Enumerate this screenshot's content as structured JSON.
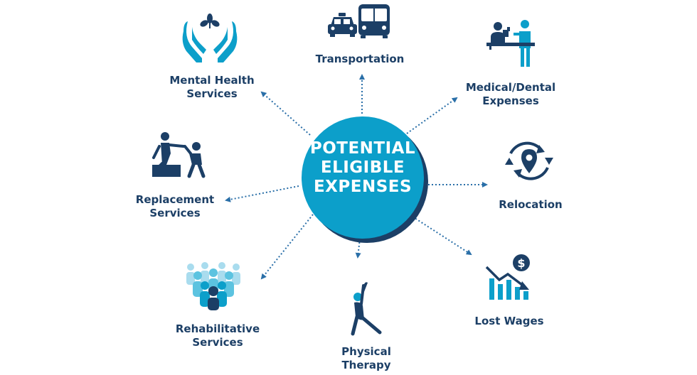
{
  "center": {
    "lines": [
      "POTENTIAL",
      "ELIGIBLE",
      "EXPENSES"
    ]
  },
  "colors": {
    "navy": "#1c3f66",
    "cyan": "#0c9fca",
    "light_cyan": "#5cc3e0",
    "pale_cyan": "#a9dcee",
    "arrow": "#2a6fa8"
  },
  "items": [
    {
      "id": "transportation",
      "lines": [
        "Transportation"
      ],
      "icon": "taxi-and-bus-icon"
    },
    {
      "id": "medical-dental",
      "lines": [
        "Medical/Dental",
        "Expenses"
      ],
      "icon": "reception-desk-icon"
    },
    {
      "id": "relocation",
      "lines": [
        "Relocation"
      ],
      "icon": "location-cycle-icon"
    },
    {
      "id": "lost-wages",
      "lines": [
        "Lost Wages"
      ],
      "icon": "declining-chart-dollar-icon"
    },
    {
      "id": "physical-therapy",
      "lines": [
        "Physical",
        "Therapy"
      ],
      "icon": "stretching-person-icon"
    },
    {
      "id": "rehabilitative",
      "lines": [
        "Rehabilitative",
        "Services"
      ],
      "icon": "people-group-icon"
    },
    {
      "id": "replacement",
      "lines": [
        "Replacement",
        "Services"
      ],
      "icon": "helping-hand-icon"
    },
    {
      "id": "mental-health",
      "lines": [
        "Mental Health",
        "Services"
      ],
      "icon": "hands-with-plant-icon"
    }
  ]
}
